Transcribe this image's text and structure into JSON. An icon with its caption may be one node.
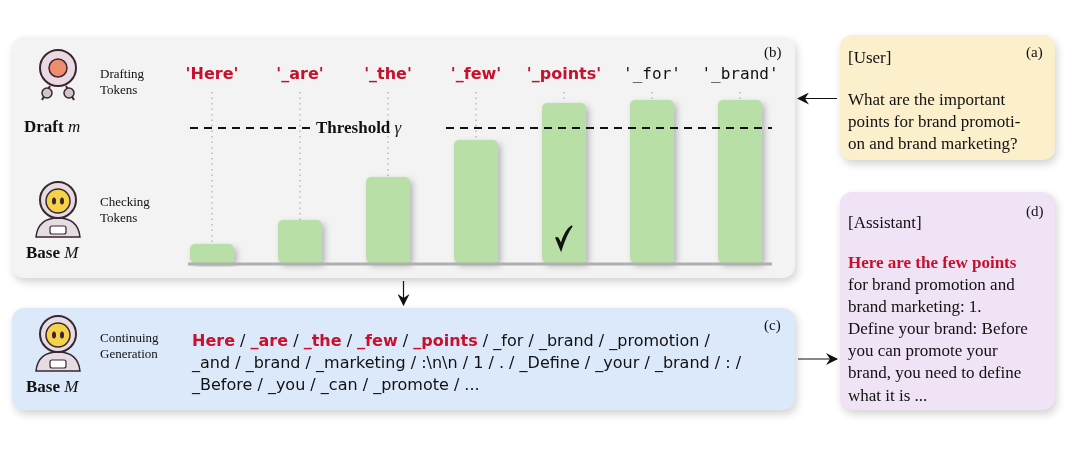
{
  "diagram": {
    "nodes": [
      {
        "text": [
          "(b)"
        ]
      },
      {
        "text": [
          "**Draft** *m*"
        ],
        "in": 0
      },
      {
        "text": [
          "**Base** *M*"
        ],
        "in": 0
      },
      {
        "text": [
          "[User]",
          "(a)",
          "What are the important points for brand promoti- on and brand marketing?"
        ]
      },
      {
        "text": [
          "(c)"
        ]
      },
      {
        "text": [
          "**Base** *M*"
        ],
        "in": 4
      },
      {
        "text": [
          "[Assistant]",
          "(d)",
          "**Here are the few points** for brand promotion and brand marketing: 1. Define your brand: Before you can promote your brand, you need to define what it is ..."
        ]
      }
    ],
    "edges": [
      {
        "from": 3,
        "to": 0,
        "arrow": "to"
      },
      {
        "from": 0,
        "to": 4,
        "arrow": "to"
      },
      {
        "from": 4,
        "to": 6,
        "arrow": "to"
      }
    ],
    "labels": [
      "Drafting Tokens",
      "'Here'",
      "'_are'",
      "'_the'",
      "'_few'",
      "'_points'",
      "'_for'",
      "'_brand'",
      "**Threshold** *γ*",
      "Checking Tokens",
      "Continuing Generation",
      "**Here** / **_are** / **_the** / **_few** / **_points** / _for / _brand / _promotion / _and / _brand / _marketing / :\\n\\n / 1 / . / _Define / _your / _brand / : / _Before / _you / _can / _promote / ..."
    ]
  }
}
